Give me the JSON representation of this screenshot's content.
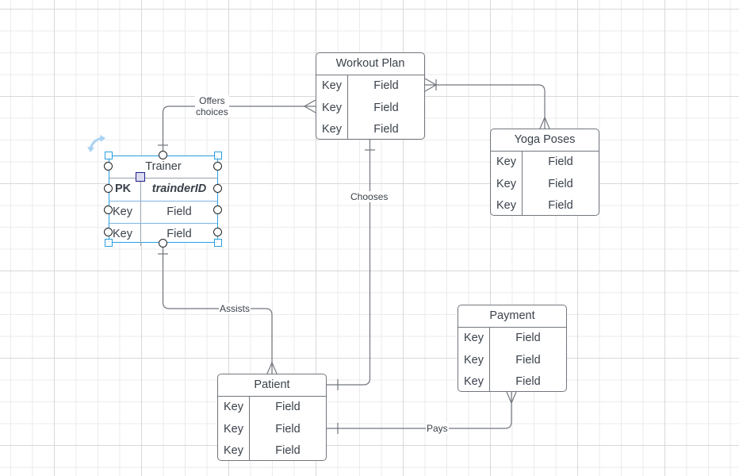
{
  "diagram": {
    "type": "entity-relationship",
    "colors": {
      "line": "#71767d",
      "text": "#3a414a",
      "selection": "#2a9ee0",
      "anchor": "#1f1f8f"
    },
    "entities": {
      "workout_plan": {
        "title": "Workout Plan",
        "rows": [
          {
            "key": "Key",
            "field": "Field"
          },
          {
            "key": "Key",
            "field": "Field"
          },
          {
            "key": "Key",
            "field": "Field"
          }
        ]
      },
      "yoga_poses": {
        "title": "Yoga Poses",
        "rows": [
          {
            "key": "Key",
            "field": "Field"
          },
          {
            "key": "Key",
            "field": "Field"
          },
          {
            "key": "Key",
            "field": "Field"
          }
        ]
      },
      "trainer": {
        "title": "Trainer",
        "selected": true,
        "rows": [
          {
            "key": "PK",
            "field": "trainderID"
          },
          {
            "key": "Key",
            "field": "Field"
          },
          {
            "key": "Key",
            "field": "Field"
          }
        ]
      },
      "payment": {
        "title": "Payment",
        "rows": [
          {
            "key": "Key",
            "field": "Field"
          },
          {
            "key": "Key",
            "field": "Field"
          },
          {
            "key": "Key",
            "field": "Field"
          }
        ]
      },
      "patient": {
        "title": "Patient",
        "rows": [
          {
            "key": "Key",
            "field": "Field"
          },
          {
            "key": "Key",
            "field": "Field"
          },
          {
            "key": "Key",
            "field": "Field"
          }
        ]
      }
    },
    "relationships": {
      "offers_choices": {
        "label_line1": "Offers",
        "label_line2": "choices",
        "from": "Trainer",
        "to": "Workout Plan",
        "from_end": "one",
        "to_end": "many"
      },
      "workout_yoga": {
        "label": "",
        "from": "Workout Plan",
        "to": "Yoga Poses",
        "from_end": "one-or-many",
        "to_end": "many"
      },
      "chooses": {
        "label": "Chooses",
        "from": "Workout Plan",
        "to": "Patient",
        "from_end": "one",
        "to_end": "one"
      },
      "assists": {
        "label": "Assists",
        "from": "Trainer",
        "to": "Patient",
        "from_end": "one",
        "to_end": "many"
      },
      "pays": {
        "label": "Pays",
        "from": "Patient",
        "to": "Payment",
        "from_end": "one",
        "to_end": "many"
      }
    }
  }
}
